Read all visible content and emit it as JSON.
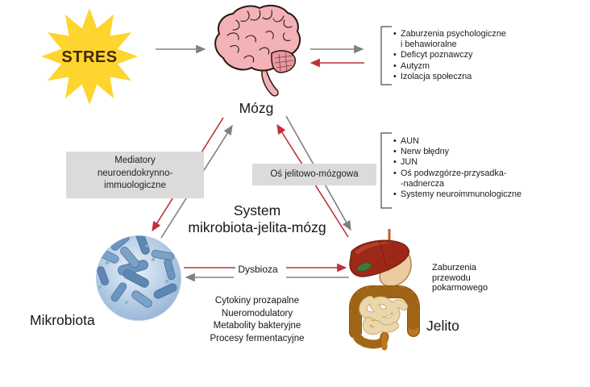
{
  "glyphs": {
    "bullet": "•"
  },
  "stress": {
    "label": "STRES"
  },
  "nodes": {
    "brain": "Mózg",
    "microbiota": "Mikrobiota",
    "gut": "Jelito"
  },
  "center_title": {
    "line1": "System",
    "line2": "mikrobiota-jelita-mózg"
  },
  "mediators_box": {
    "line1": "Mediatory",
    "line2": "neuroendokrynno-",
    "line3": "immuologiczne"
  },
  "axis_box": {
    "label": "Oś jelitowo-mózgowa"
  },
  "brain_effects_list": {
    "lines": [
      {
        "bullet": true,
        "text": "Zaburzenia psychologiczne"
      },
      {
        "bullet": false,
        "text": "i behawioralne"
      },
      {
        "bullet": true,
        "text": "Deficyt poznawczy"
      },
      {
        "bullet": true,
        "text": "Autyzm"
      },
      {
        "bullet": true,
        "text": "Izolacja społeczna"
      }
    ]
  },
  "axis_components_list": {
    "lines": [
      {
        "bullet": true,
        "text": "AUN"
      },
      {
        "bullet": true,
        "text": "Nerw błędny"
      },
      {
        "bullet": true,
        "text": "JUN"
      },
      {
        "bullet": true,
        "text": "Oś podwzgórze-przysadka-"
      },
      {
        "bullet": false,
        "text": "-nadnercza"
      },
      {
        "bullet": true,
        "text": "Systemy neuroimmunologiczne"
      }
    ]
  },
  "microbiota_factors_list": {
    "lines": [
      "Cytokiny prozapalne",
      "Nueromodulatory",
      "Metabolity bakteryjne",
      "Procesy fermentacyjne"
    ]
  },
  "dysbiosis_label": "Dysbioza",
  "gi_disorders": {
    "line1": "Zaburzenia",
    "line2": "przewodu",
    "line3": "pokarmowego"
  },
  "colors": {
    "arrow_red": "#c0303a",
    "arrow_gray": "#808080",
    "box_bg": "#dbdbdb",
    "star_yellow": "#fed42f",
    "stress_text": "#43280a"
  }
}
